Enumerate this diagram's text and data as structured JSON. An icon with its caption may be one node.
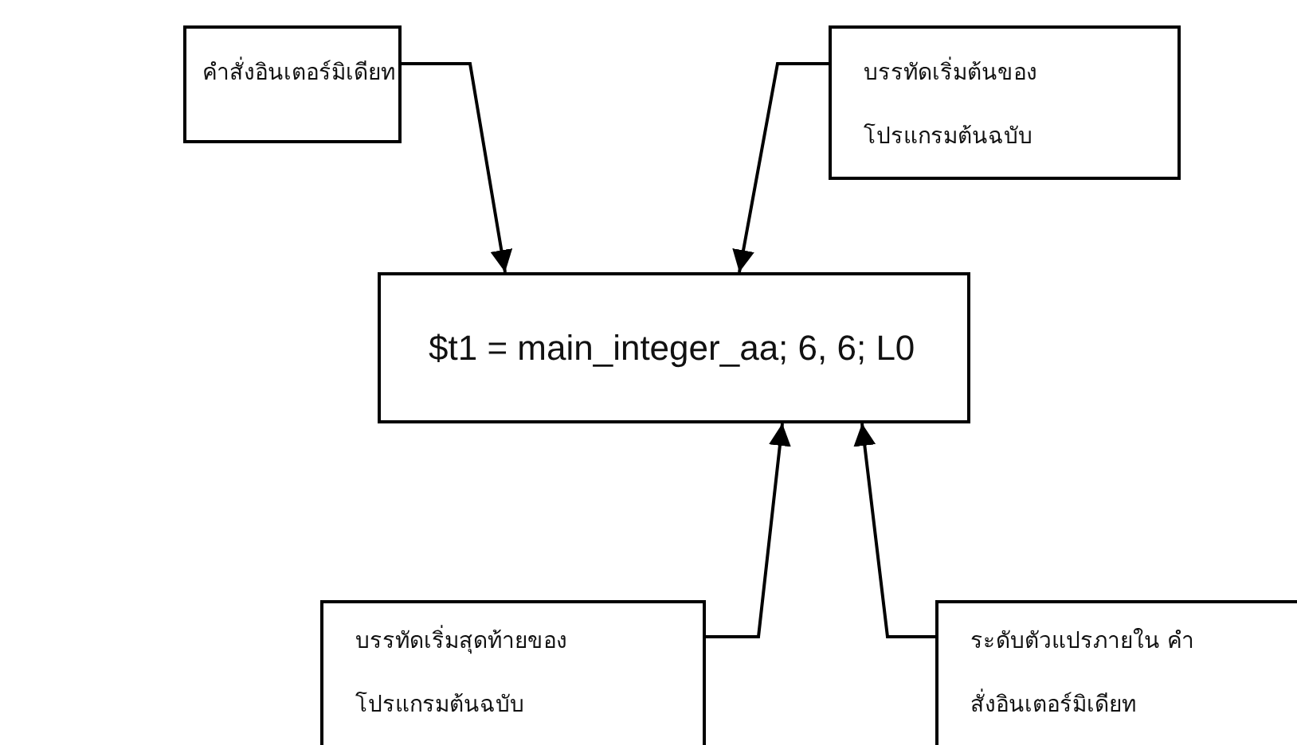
{
  "diagram": {
    "nodes": [
      {
        "text": [
          "คำสั่งอินเตอร์มิเดียท"
        ]
      },
      {
        "text": [
          "บรรทัดเริ่มต้นของ โปรแกรมต้นฉบับ"
        ]
      },
      {
        "text": [
          "$t1 = main_integer_aa; 6, 6; L0"
        ]
      },
      {
        "text": [
          "บรรทัดเริ่มสุดท้ายของ โปรแกรมต้นฉบับ"
        ]
      },
      {
        "text": [
          "ระดับตัวแปรภายใน คำสั่งอินเตอร์มิเดียท"
        ]
      }
    ],
    "edges": [
      {
        "from": 0,
        "to": 2,
        "arrow": "to"
      },
      {
        "from": 1,
        "to": 2,
        "arrow": "to"
      },
      {
        "from": 3,
        "to": 2,
        "arrow": "to"
      },
      {
        "from": 4,
        "to": 2,
        "arrow": "to"
      }
    ]
  }
}
